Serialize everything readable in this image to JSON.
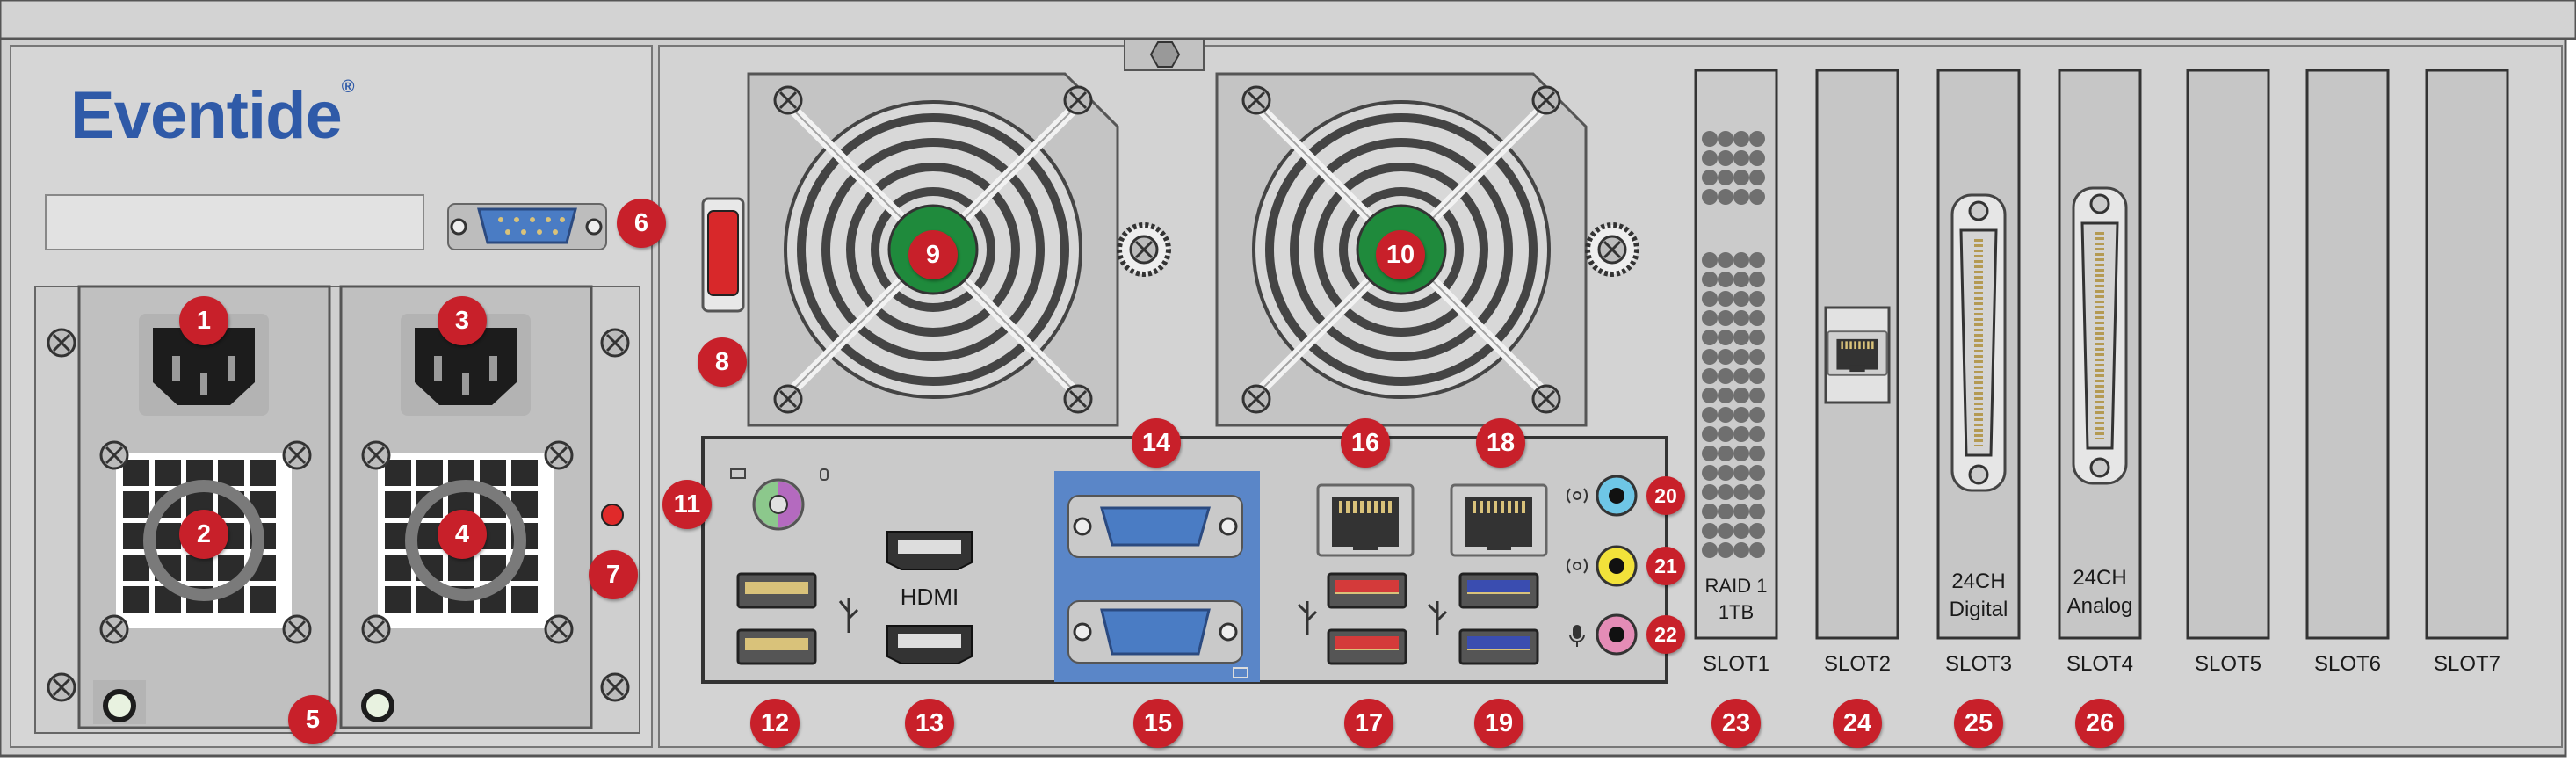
{
  "brand": {
    "name": "Eventide",
    "reg": "®"
  },
  "port_labels": {
    "hdmi": "HDMI"
  },
  "slots": [
    {
      "label": "SLOT1",
      "content": [
        "RAID 1",
        "1TB"
      ]
    },
    {
      "label": "SLOT2"
    },
    {
      "label": "SLOT3",
      "content": [
        "24CH",
        "Digital"
      ]
    },
    {
      "label": "SLOT4",
      "content": [
        "24CH",
        "Analog"
      ]
    },
    {
      "label": "SLOT5"
    },
    {
      "label": "SLOT6"
    },
    {
      "label": "SLOT7"
    }
  ],
  "callouts": [
    "1",
    "2",
    "3",
    "4",
    "5",
    "6",
    "7",
    "8",
    "9",
    "10",
    "11",
    "12",
    "13",
    "14",
    "15",
    "16",
    "17",
    "18",
    "19",
    "20",
    "21",
    "22",
    "23",
    "24",
    "25",
    "26"
  ],
  "colors": {
    "chassis": "#d7d7d7",
    "panel": "#c6c6c6",
    "callout": "#c8202a",
    "brand": "#2f5aa8",
    "usb3": "#3a4db0",
    "usb_red": "#d43a3a",
    "vga_panel": "#5a86c8",
    "fan_hub": "#1f8a3c"
  },
  "icons": [
    "usb-icon",
    "monitor-icon",
    "keyboard-icon",
    "mouse-icon",
    "line-in-icon",
    "line-out-icon",
    "mic-icon"
  ]
}
